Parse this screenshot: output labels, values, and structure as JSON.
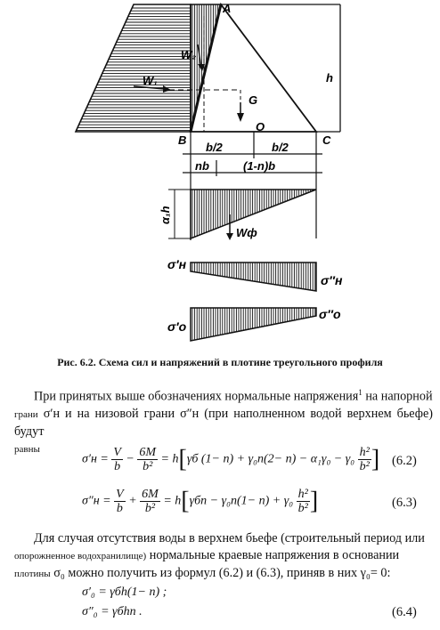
{
  "figure": {
    "labels": {
      "A": "A",
      "B": "B",
      "C": "C",
      "O": "O",
      "h": "h",
      "G": "G",
      "W1": "W₁",
      "W2": "W₂",
      "Wf": "Wф",
      "half_left": "b/2",
      "half_right": "b/2",
      "nb": "nb",
      "one_minus_n_b": "(1-n)b",
      "alpha_h": "α₁h",
      "sigma_n1": "σ′н",
      "sigma_n2": "σ″н",
      "sigma_o1": "σ′о",
      "sigma_o2": "σ″о"
    },
    "caption": "Рис. 6.2. Схема сил и напряжений в плотине треугольного профиля"
  },
  "text": {
    "p1_a": "При принятых выше обозначениях нормальные напряжения",
    "p1_sup": "1",
    "p1_b": " на напорной",
    "p1_small1": "грани",
    "p1_c": " σ′н и на низовой грани σ″н (при наполненном водой верхнем бьефе) будут",
    "p1_small2": "равны",
    "p2_line1": "Для случая отсутствия воды в верхнем бьефе (строительный период или",
    "p2_small1": "опорожненное водохранилище)",
    "p2_line2": " нормальные краевые напряжения в основании",
    "p2_small2": "плотины",
    "p2_line3": " σ₀ можно получить из формул (6.2) и (6.3), приняв в них γ₀= 0:"
  },
  "equations": {
    "eq62_lhs": "σ′н =",
    "eq62_V": "V",
    "eq62_b": "b",
    "eq62_minus": "−",
    "eq62_6M": "6M",
    "eq62_b2": "b²",
    "eq62_eq": "= h",
    "eq62_inner": "γб (1− n) + γ₀n(2− n) − α₁γ₀ − γ₀",
    "eq62_h2": "h²",
    "eq62_b2b": "b²",
    "eq62_no": "(6.2)",
    "eq63_lhs": "σ″н =",
    "eq63_V": "V",
    "eq63_b": "b",
    "eq63_plus": "+",
    "eq63_6M": "6M",
    "eq63_b2": "b²",
    "eq63_eq": "= h",
    "eq63_inner": "γбn − γ₀n(1− n) + γ₀",
    "eq63_h2": "h²",
    "eq63_b2b": "b²",
    "eq63_no": "(6.3)",
    "eq64a": "σ′₀ = γбh(1− n) ;",
    "eq64b": "σ″₀ = γбhn .",
    "eq64_no": "(6.4)"
  }
}
